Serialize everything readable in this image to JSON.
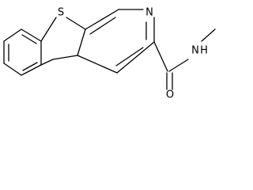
{
  "molecule": {
    "atoms": {
      "sulfur": "S",
      "ring_nitrogen": "N",
      "amide_nitrogen": "N",
      "amide_hydrogen": "H",
      "carbonyl_oxygen": "O"
    }
  }
}
